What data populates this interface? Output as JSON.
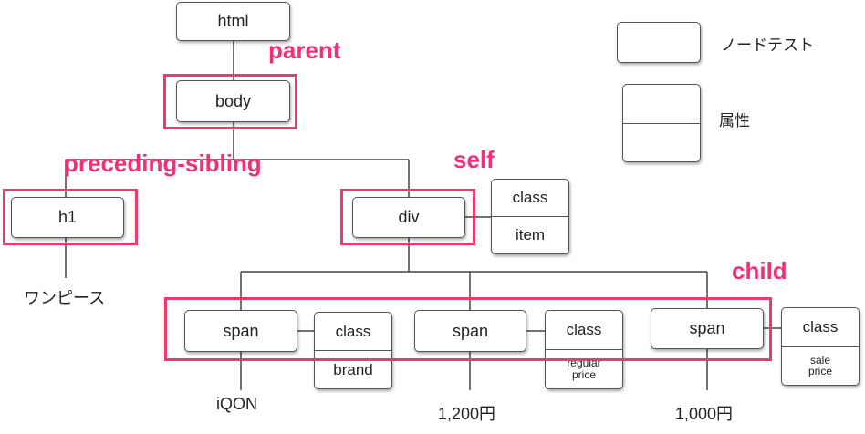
{
  "nodes": {
    "html": "html",
    "body": "body",
    "h1": "h1",
    "div": "div",
    "span1": "span",
    "span2": "span",
    "span3": "span"
  },
  "attributes": {
    "div": {
      "name": "class",
      "value": "item"
    },
    "span1": {
      "name": "class",
      "value": "brand"
    },
    "span2": {
      "name": "class",
      "value": "regular\nprice"
    },
    "span3": {
      "name": "class",
      "value": "sale\nprice"
    }
  },
  "texts": {
    "h1": "ワンピース",
    "span1": "iQON",
    "span2": "1,200円",
    "span3": "1,000円"
  },
  "axes": {
    "parent": "parent",
    "preceding_sibling": "preceding-sibling",
    "self": "self",
    "child": "child"
  },
  "legend": {
    "node_test": "ノードテスト",
    "attribute": "属性"
  },
  "colors": {
    "highlight": "#ee3a6a",
    "axis_label": "#f0307a"
  }
}
